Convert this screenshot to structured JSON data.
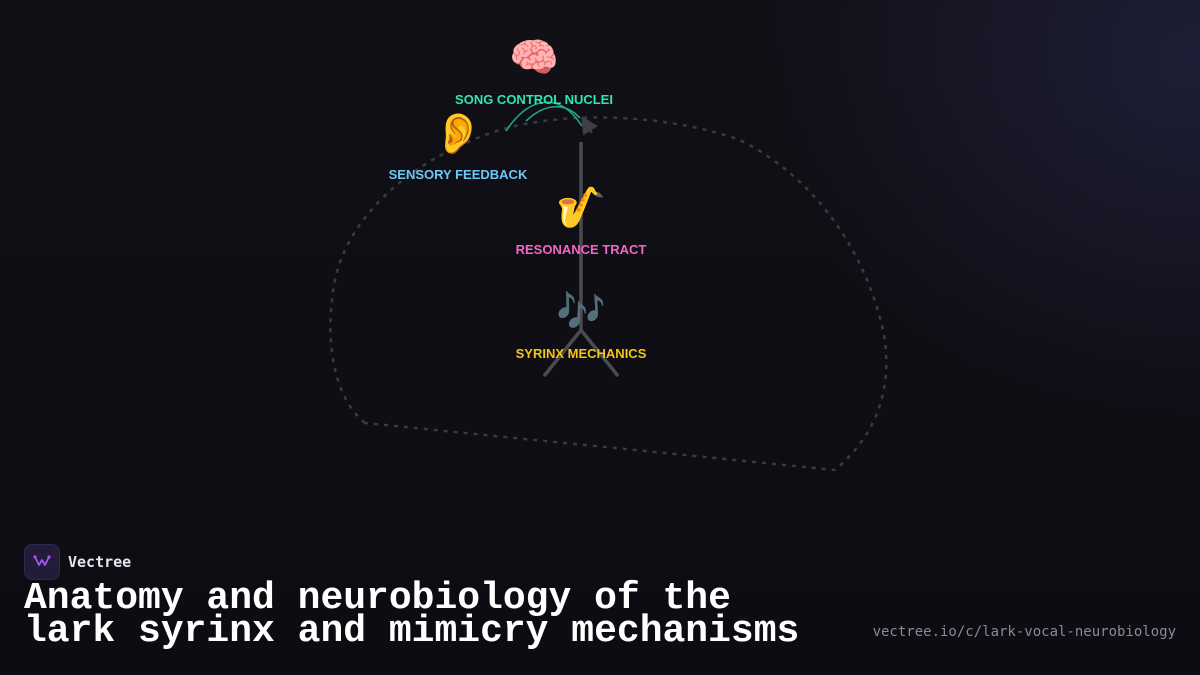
{
  "diagram": {
    "nodes": [
      {
        "id": "song-control-nuclei",
        "label": "SONG CONTROL NUCLEI",
        "icon": "brain-icon",
        "glyph": "🧠",
        "color": "#2ee6b0"
      },
      {
        "id": "sensory-feedback",
        "label": "SENSORY FEEDBACK",
        "icon": "ear-icon",
        "glyph": "👂",
        "color": "#6ec6f5"
      },
      {
        "id": "resonance-tract",
        "label": "RESONANCE TRACT",
        "icon": "saxophone-icon",
        "glyph": "🎷",
        "color": "#f266c8"
      },
      {
        "id": "syrinx-mechanics",
        "label": "SYRINX MECHANICS",
        "icon": "music-notes-icon",
        "glyph": "🎶",
        "color": "#f5c518"
      }
    ],
    "outline_color": "#3a3a40",
    "trachea_color": "#4a4a4f",
    "feedback_arc_color": "#1fa884"
  },
  "brand": {
    "name": "Vectree",
    "logo_icon": "vectree-logo-icon",
    "accent": "#a855f7"
  },
  "page": {
    "title": "Anatomy and neurobiology of the lark syrinx and mimicry mechanisms",
    "url": "vectree.io/c/lark-vocal-neurobiology"
  }
}
